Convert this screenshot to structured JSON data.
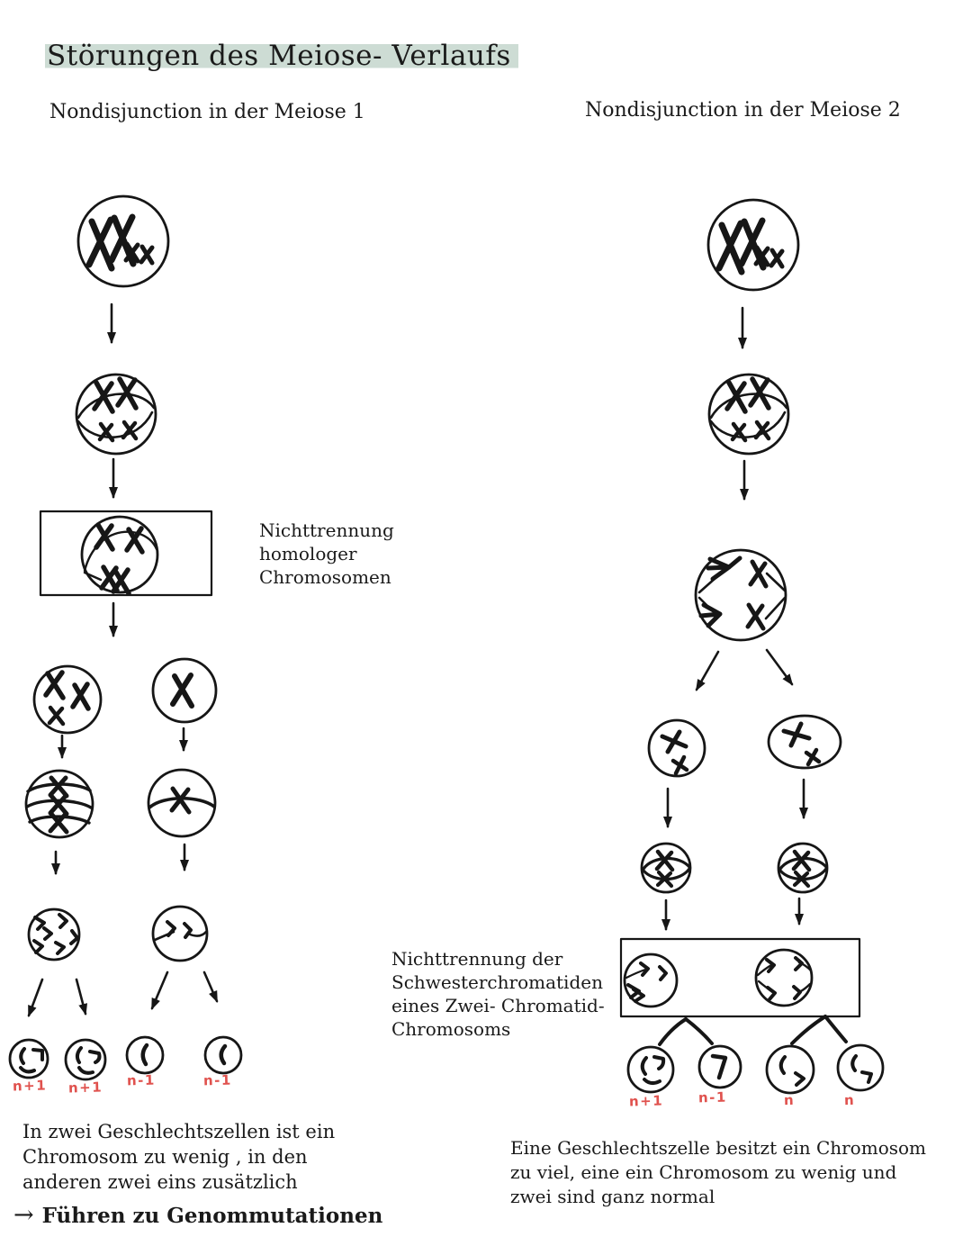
{
  "page": {
    "title": "Störungen des Meiose- Verlaufs",
    "footer_arrow": "→",
    "footer_text": "Führen zu Genommutationen"
  },
  "left": {
    "heading": "Nondisjunction in der Meiose 1",
    "box_annotation_lines": [
      "Nichttrennung",
      "homologer",
      "Chromosomen"
    ],
    "gamete_labels": [
      "n+1",
      "n+1",
      "n-1",
      "n-1"
    ],
    "caption_lines": [
      "In zwei Geschlechtszellen ist ein",
      "Chromosom zu wenig , in den",
      "anderen zwei eins zusätzlich"
    ]
  },
  "right": {
    "heading": "Nondisjunction in der Meiose 2",
    "box_annotation_lines": [
      "Nichttrennung der",
      "Schwesterchromatiden",
      "eines Zwei- Chromatid-",
      "Chromosoms"
    ],
    "gamete_labels": [
      "n+1",
      "n-1",
      "n",
      "n"
    ],
    "caption_lines": [
      "Eine Geschlechtszelle besitzt ein Chromosom",
      "zu viel, eine ein Chromosom zu wenig und",
      "zwei sind ganz normal"
    ]
  },
  "colors": {
    "highlight": "#cddcd4",
    "label_red": "#e0524e",
    "ink": "#161616"
  }
}
